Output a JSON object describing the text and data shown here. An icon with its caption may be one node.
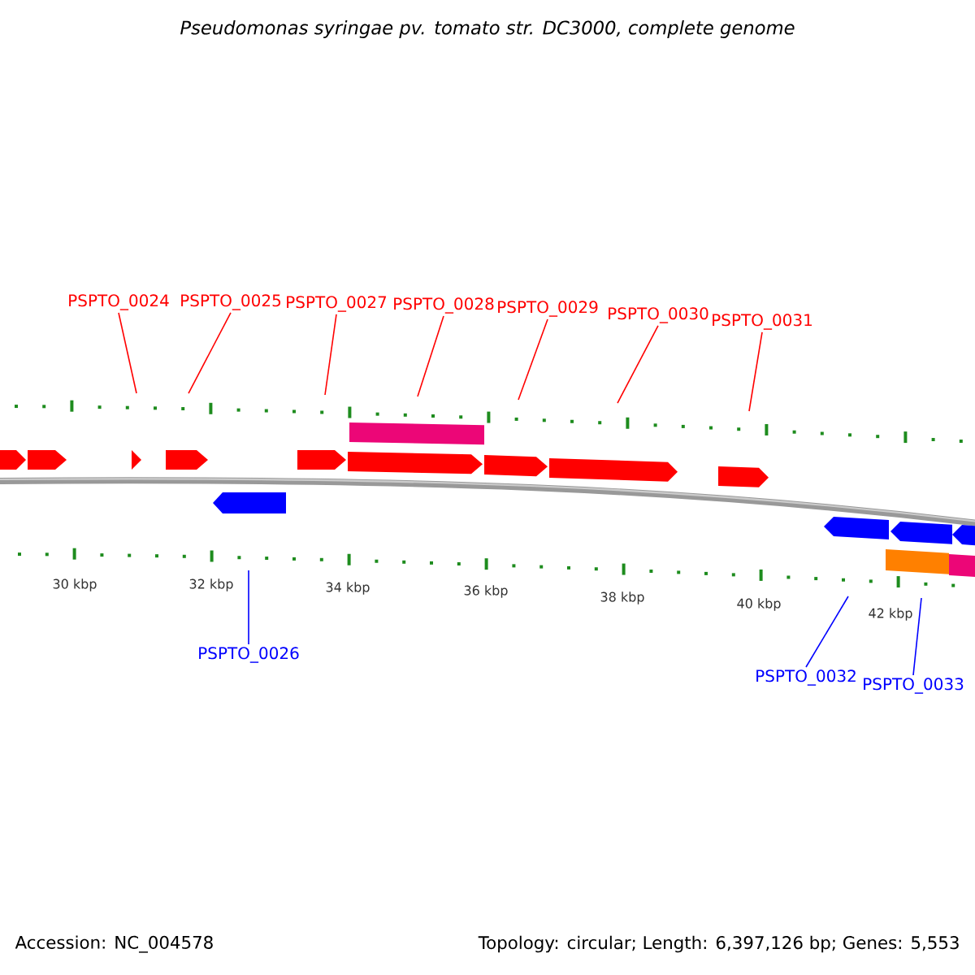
{
  "diagram": {
    "title": "Pseudomonas syringae pv. tomato str. DC3000, complete genome",
    "nodes": [
      {
        "text": [
          "PSPTO_0024"
        ]
      },
      {
        "text": [
          "PSPTO_0025"
        ]
      },
      {
        "text": [
          "PSPTO_0027"
        ]
      },
      {
        "text": [
          "PSPTO_0028"
        ]
      },
      {
        "text": [
          "PSPTO_0029"
        ]
      },
      {
        "text": [
          "PSPTO_0030"
        ]
      },
      {
        "text": [
          "PSPTO_0031"
        ]
      },
      {
        "text": [
          "PSPTO_0026"
        ]
      },
      {
        "text": [
          "PSPTO_0032"
        ]
      },
      {
        "text": [
          "PSPTO_0033"
        ]
      }
    ],
    "edges": [
      {
        "from": 0,
        "to": null,
        "arrow": "none"
      },
      {
        "from": 1,
        "to": null,
        "arrow": "none"
      },
      {
        "from": 2,
        "to": null,
        "arrow": "none"
      },
      {
        "from": 3,
        "to": null,
        "arrow": "none"
      },
      {
        "from": 4,
        "to": null,
        "arrow": "none"
      },
      {
        "from": 5,
        "to": null,
        "arrow": "none"
      },
      {
        "from": 6,
        "to": null,
        "arrow": "none"
      },
      {
        "from": 7,
        "to": null,
        "arrow": "none",
        "color": "#0000ff"
      },
      {
        "from": 8,
        "to": null,
        "arrow": "none",
        "color": "#0000ff"
      },
      {
        "from": 9,
        "to": null,
        "arrow": "none",
        "color": "#0000ff"
      }
    ],
    "labels": [
      "30 kbp",
      "32 kbp",
      "34 kbp",
      "36 kbp",
      "38 kbp",
      "40 kbp",
      "42 kbp",
      "Accession: NC_004578",
      "Topology: circular; Length: 6,397,126 bp; Genes: 5,553"
    ]
  }
}
